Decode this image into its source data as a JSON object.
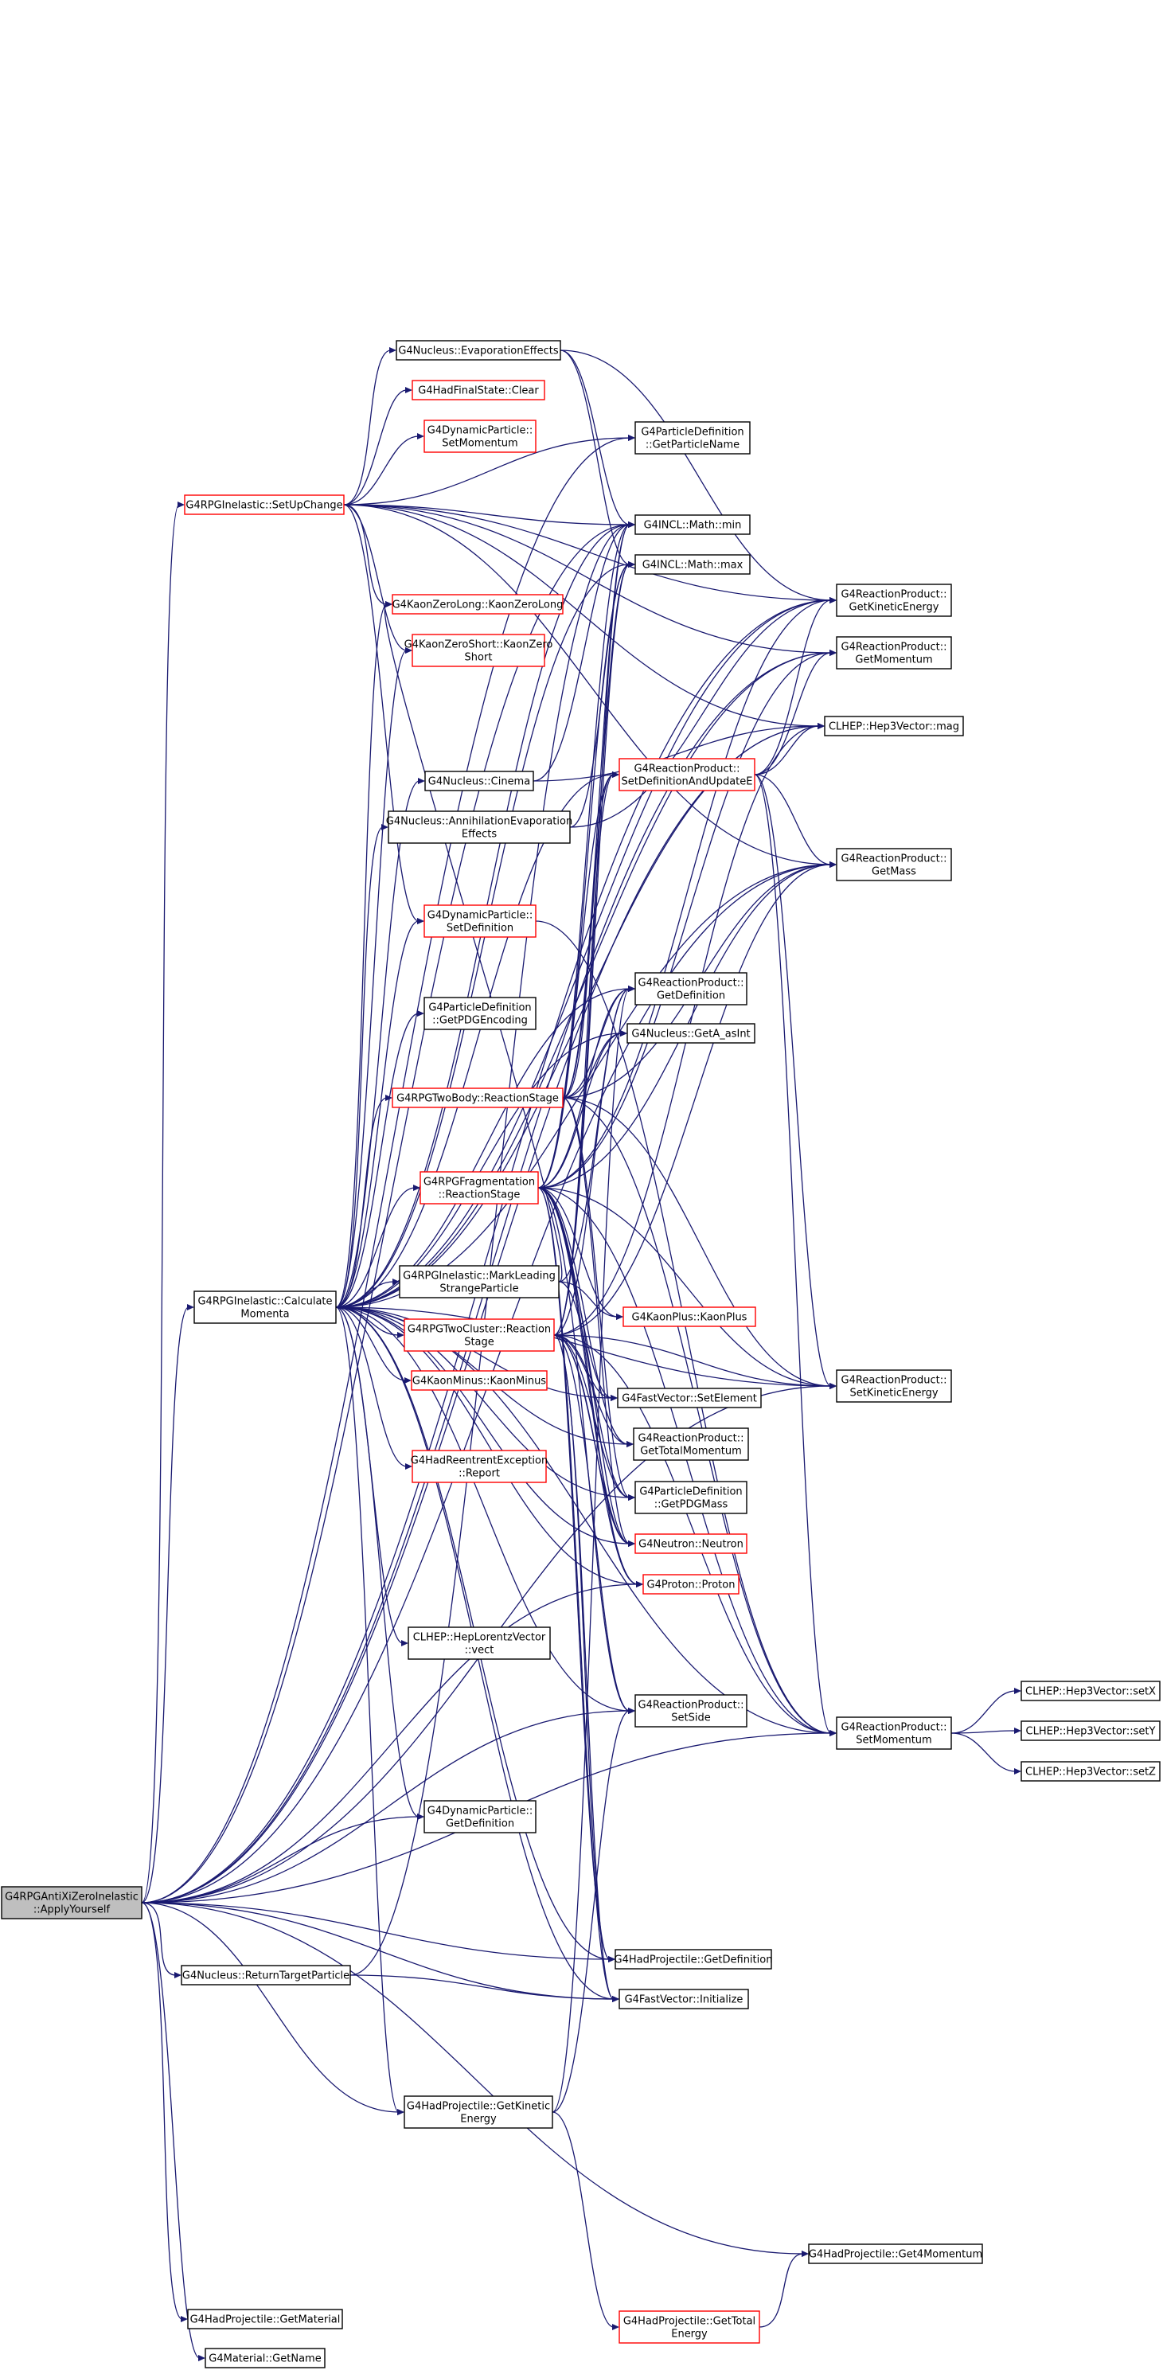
{
  "colors": {
    "edge": "#191970",
    "node_border_normal": "#000000",
    "node_border_truncated": "#ff0000",
    "node_fill_normal": "#ffffff",
    "node_fill_root": "#bfbfbf"
  },
  "nodes": [
    {
      "id": "apply",
      "lines": [
        "G4RPGAntiXiZeroInelastic",
        "::ApplyYourself"
      ],
      "style": "root"
    },
    {
      "id": "setup",
      "lines": [
        "G4RPGInelastic::SetUpChange"
      ],
      "style": "red"
    },
    {
      "id": "calc",
      "lines": [
        "G4RPGInelastic::Calculate",
        "Momenta"
      ],
      "style": "black"
    },
    {
      "id": "retTP",
      "lines": [
        "G4Nucleus::ReturnTargetParticle"
      ],
      "style": "black"
    },
    {
      "id": "hpKin",
      "lines": [
        "G4HadProjectile::GetKinetic",
        "Energy"
      ],
      "style": "black"
    },
    {
      "id": "hpMat",
      "lines": [
        "G4HadProjectile::GetMaterial"
      ],
      "style": "black"
    },
    {
      "id": "matName",
      "lines": [
        "G4Material::GetName"
      ],
      "style": "black"
    },
    {
      "id": "evap",
      "lines": [
        "G4Nucleus::EvaporationEffects"
      ],
      "style": "black"
    },
    {
      "id": "hfsClear",
      "lines": [
        "G4HadFinalState::Clear"
      ],
      "style": "red"
    },
    {
      "id": "dpSetMom",
      "lines": [
        "G4DynamicParticle::",
        "SetMomentum"
      ],
      "style": "red"
    },
    {
      "id": "kzl",
      "lines": [
        "G4KaonZeroLong::KaonZeroLong"
      ],
      "style": "red"
    },
    {
      "id": "kzs",
      "lines": [
        "G4KaonZeroShort::KaonZero",
        "Short"
      ],
      "style": "red"
    },
    {
      "id": "cinema",
      "lines": [
        "G4Nucleus::Cinema"
      ],
      "style": "black"
    },
    {
      "id": "annih",
      "lines": [
        "G4Nucleus::AnnihilationEvaporation",
        "Effects"
      ],
      "style": "black"
    },
    {
      "id": "dpSetDef",
      "lines": [
        "G4DynamicParticle::",
        "SetDefinition"
      ],
      "style": "red"
    },
    {
      "id": "pdEnc",
      "lines": [
        "G4ParticleDefinition",
        "::GetPDGEncoding"
      ],
      "style": "black"
    },
    {
      "id": "twoBody",
      "lines": [
        "G4RPGTwoBody::ReactionStage"
      ],
      "style": "red"
    },
    {
      "id": "frag",
      "lines": [
        "G4RPGFragmentation",
        "::ReactionStage"
      ],
      "style": "red"
    },
    {
      "id": "markLead",
      "lines": [
        "G4RPGInelastic::MarkLeading",
        "StrangeParticle"
      ],
      "style": "black"
    },
    {
      "id": "twoCl",
      "lines": [
        "G4RPGTwoCluster::Reaction",
        "Stage"
      ],
      "style": "red"
    },
    {
      "id": "kminus",
      "lines": [
        "G4KaonMinus::KaonMinus"
      ],
      "style": "red"
    },
    {
      "id": "reentrant",
      "lines": [
        "G4HadReentrentException",
        "::Report"
      ],
      "style": "red"
    },
    {
      "id": "lvVect",
      "lines": [
        "CLHEP::HepLorentzVector",
        "::vect"
      ],
      "style": "black"
    },
    {
      "id": "dpGetDef",
      "lines": [
        "G4DynamicParticle::",
        "GetDefinition"
      ],
      "style": "black"
    },
    {
      "id": "pdName",
      "lines": [
        "G4ParticleDefinition",
        "::GetParticleName"
      ],
      "style": "black"
    },
    {
      "id": "mathMin",
      "lines": [
        "G4INCL::Math::min"
      ],
      "style": "black"
    },
    {
      "id": "mathMax",
      "lines": [
        "G4INCL::Math::max"
      ],
      "style": "black"
    },
    {
      "id": "rpSetDefUp",
      "lines": [
        "G4ReactionProduct::",
        "SetDefinitionAndUpdateE"
      ],
      "style": "red"
    },
    {
      "id": "rpGetDef",
      "lines": [
        "G4ReactionProduct::",
        "GetDefinition"
      ],
      "style": "black"
    },
    {
      "id": "nucA",
      "lines": [
        "G4Nucleus::GetA_asInt"
      ],
      "style": "black"
    },
    {
      "id": "kplus",
      "lines": [
        "G4KaonPlus::KaonPlus"
      ],
      "style": "red"
    },
    {
      "id": "fvSetEl",
      "lines": [
        "G4FastVector::SetElement"
      ],
      "style": "black"
    },
    {
      "id": "rpTotMom",
      "lines": [
        "G4ReactionProduct::",
        "GetTotalMomentum"
      ],
      "style": "black"
    },
    {
      "id": "pdMass",
      "lines": [
        "G4ParticleDefinition",
        "::GetPDGMass"
      ],
      "style": "black"
    },
    {
      "id": "neutron",
      "lines": [
        "G4Neutron::Neutron"
      ],
      "style": "red"
    },
    {
      "id": "proton",
      "lines": [
        "G4Proton::Proton"
      ],
      "style": "red"
    },
    {
      "id": "rpSetSide",
      "lines": [
        "G4ReactionProduct::",
        "SetSide"
      ],
      "style": "black"
    },
    {
      "id": "hpGetDef",
      "lines": [
        "G4HadProjectile::GetDefinition"
      ],
      "style": "black"
    },
    {
      "id": "fvInit",
      "lines": [
        "G4FastVector::Initialize"
      ],
      "style": "black"
    },
    {
      "id": "hpGetTot",
      "lines": [
        "G4HadProjectile::GetTotal",
        "Energy"
      ],
      "style": "red"
    },
    {
      "id": "rpGetKin",
      "lines": [
        "G4ReactionProduct::",
        "GetKineticEnergy"
      ],
      "style": "black"
    },
    {
      "id": "rpGetMom",
      "lines": [
        "G4ReactionProduct::",
        "GetMomentum"
      ],
      "style": "black"
    },
    {
      "id": "h3mag",
      "lines": [
        "CLHEP::Hep3Vector::mag"
      ],
      "style": "black"
    },
    {
      "id": "rpGetMass",
      "lines": [
        "G4ReactionProduct::",
        "GetMass"
      ],
      "style": "black"
    },
    {
      "id": "rpSetKin",
      "lines": [
        "G4ReactionProduct::",
        "SetKineticEnergy"
      ],
      "style": "black"
    },
    {
      "id": "rpSetMom",
      "lines": [
        "G4ReactionProduct::",
        "SetMomentum"
      ],
      "style": "black"
    },
    {
      "id": "hp4mom",
      "lines": [
        "G4HadProjectile::Get4Momentum"
      ],
      "style": "black"
    },
    {
      "id": "setX",
      "lines": [
        "CLHEP::Hep3Vector::setX"
      ],
      "style": "black"
    },
    {
      "id": "setY",
      "lines": [
        "CLHEP::Hep3Vector::setY"
      ],
      "style": "black"
    },
    {
      "id": "setZ",
      "lines": [
        "CLHEP::Hep3Vector::setZ"
      ],
      "style": "black"
    }
  ],
  "edges": [
    [
      "apply",
      "setup"
    ],
    [
      "apply",
      "calc"
    ],
    [
      "apply",
      "retTP"
    ],
    [
      "apply",
      "hpKin"
    ],
    [
      "apply",
      "hpMat"
    ],
    [
      "apply",
      "matName"
    ],
    [
      "apply",
      "dpGetDef"
    ],
    [
      "apply",
      "hpGetDef"
    ],
    [
      "apply",
      "fvInit"
    ],
    [
      "apply",
      "rpSetMom"
    ],
    [
      "apply",
      "rpSetKin"
    ],
    [
      "apply",
      "rpGetKin"
    ],
    [
      "apply",
      "rpGetMom"
    ],
    [
      "apply",
      "rpGetMass"
    ],
    [
      "apply",
      "h3mag"
    ],
    [
      "apply",
      "pdName"
    ],
    [
      "apply",
      "mathMin"
    ],
    [
      "apply",
      "rpSetSide"
    ],
    [
      "apply",
      "proton"
    ],
    [
      "apply",
      "hp4mom"
    ],
    [
      "setup",
      "evap"
    ],
    [
      "setup",
      "hfsClear"
    ],
    [
      "setup",
      "dpSetMom"
    ],
    [
      "setup",
      "kzl"
    ],
    [
      "setup",
      "kzs"
    ],
    [
      "setup",
      "dpSetDef"
    ],
    [
      "setup",
      "pdName"
    ],
    [
      "setup",
      "mathMin"
    ],
    [
      "setup",
      "rpGetKin"
    ],
    [
      "setup",
      "rpGetMom"
    ],
    [
      "setup",
      "h3mag"
    ],
    [
      "setup",
      "rpGetMass"
    ],
    [
      "calc",
      "kzl"
    ],
    [
      "calc",
      "kzs"
    ],
    [
      "calc",
      "cinema"
    ],
    [
      "calc",
      "annih"
    ],
    [
      "calc",
      "dpSetDef"
    ],
    [
      "calc",
      "pdEnc"
    ],
    [
      "calc",
      "twoBody"
    ],
    [
      "calc",
      "frag"
    ],
    [
      "calc",
      "markLead"
    ],
    [
      "calc",
      "twoCl"
    ],
    [
      "calc",
      "kminus"
    ],
    [
      "calc",
      "reentrant"
    ],
    [
      "calc",
      "lvVect"
    ],
    [
      "calc",
      "dpGetDef"
    ],
    [
      "calc",
      "hpGetDef"
    ],
    [
      "calc",
      "hpKin"
    ],
    [
      "calc",
      "rpGetDef"
    ],
    [
      "calc",
      "nucA"
    ],
    [
      "calc",
      "mathMin"
    ],
    [
      "calc",
      "mathMax"
    ],
    [
      "calc",
      "rpSetDefUp"
    ],
    [
      "calc",
      "fvSetEl"
    ],
    [
      "calc",
      "rpTotMom"
    ],
    [
      "calc",
      "pdMass"
    ],
    [
      "calc",
      "neutron"
    ],
    [
      "calc",
      "proton"
    ],
    [
      "calc",
      "rpSetSide"
    ],
    [
      "calc",
      "fvInit"
    ],
    [
      "calc",
      "rpSetMom"
    ],
    [
      "calc",
      "rpSetKin"
    ],
    [
      "calc",
      "rpGetMass"
    ],
    [
      "calc",
      "rpGetKin"
    ],
    [
      "calc",
      "rpGetMom"
    ],
    [
      "calc",
      "h3mag"
    ],
    [
      "retTP",
      "mathMin"
    ],
    [
      "retTP",
      "fvInit"
    ],
    [
      "hpKin",
      "hpGetTot"
    ],
    [
      "hpKin",
      "rpSetSide"
    ],
    [
      "hpKin",
      "rpGetDef"
    ],
    [
      "hpGetTot",
      "hp4mom"
    ],
    [
      "evap",
      "mathMin"
    ],
    [
      "evap",
      "mathMax"
    ],
    [
      "evap",
      "rpGetKin"
    ],
    [
      "cinema",
      "mathMin"
    ],
    [
      "cinema",
      "h3mag"
    ],
    [
      "annih",
      "mathMax"
    ],
    [
      "annih",
      "rpGetKin"
    ],
    [
      "dpSetDef",
      "rpSetMom"
    ],
    [
      "twoBody",
      "rpSetDefUp"
    ],
    [
      "twoBody",
      "rpGetDef"
    ],
    [
      "twoBody",
      "nucA"
    ],
    [
      "twoBody",
      "mathMin"
    ],
    [
      "twoBody",
      "mathMax"
    ],
    [
      "twoBody",
      "rpGetMass"
    ],
    [
      "twoBody",
      "rpSetKin"
    ],
    [
      "twoBody",
      "rpSetMom"
    ],
    [
      "twoBody",
      "pdMass"
    ],
    [
      "twoBody",
      "neutron"
    ],
    [
      "frag",
      "rpSetDefUp"
    ],
    [
      "frag",
      "rpGetDef"
    ],
    [
      "frag",
      "nucA"
    ],
    [
      "frag",
      "mathMin"
    ],
    [
      "frag",
      "mathMax"
    ],
    [
      "frag",
      "rpGetMass"
    ],
    [
      "frag",
      "rpSetKin"
    ],
    [
      "frag",
      "rpSetMom"
    ],
    [
      "frag",
      "fvSetEl"
    ],
    [
      "frag",
      "rpTotMom"
    ],
    [
      "frag",
      "pdMass"
    ],
    [
      "frag",
      "neutron"
    ],
    [
      "frag",
      "proton"
    ],
    [
      "frag",
      "rpSetSide"
    ],
    [
      "frag",
      "hpGetDef"
    ],
    [
      "frag",
      "fvInit"
    ],
    [
      "frag",
      "kplus"
    ],
    [
      "frag",
      "rpGetKin"
    ],
    [
      "frag",
      "rpGetMom"
    ],
    [
      "markLead",
      "kplus"
    ],
    [
      "markLead",
      "kzl"
    ],
    [
      "markLead",
      "rpGetDef"
    ],
    [
      "markLead",
      "neutron"
    ],
    [
      "twoCl",
      "rpSetDefUp"
    ],
    [
      "twoCl",
      "rpGetDef"
    ],
    [
      "twoCl",
      "fvSetEl"
    ],
    [
      "twoCl",
      "rpTotMom"
    ],
    [
      "twoCl",
      "pdMass"
    ],
    [
      "twoCl",
      "neutron"
    ],
    [
      "twoCl",
      "proton"
    ],
    [
      "twoCl",
      "rpSetSide"
    ],
    [
      "twoCl",
      "rpSetKin"
    ],
    [
      "twoCl",
      "rpSetMom"
    ],
    [
      "twoCl",
      "rpGetMass"
    ],
    [
      "twoCl",
      "h3mag"
    ],
    [
      "twoCl",
      "mathMin"
    ],
    [
      "twoCl",
      "mathMax"
    ],
    [
      "twoCl",
      "fvInit"
    ],
    [
      "twoCl",
      "hpGetDef"
    ],
    [
      "rpSetDefUp",
      "rpGetKin"
    ],
    [
      "rpSetDefUp",
      "rpGetMom"
    ],
    [
      "rpSetDefUp",
      "h3mag"
    ],
    [
      "rpSetDefUp",
      "rpGetMass"
    ],
    [
      "rpSetDefUp",
      "rpSetKin"
    ],
    [
      "rpSetDefUp",
      "rpSetMom"
    ],
    [
      "rpSetMom",
      "setX"
    ],
    [
      "rpSetMom",
      "setY"
    ],
    [
      "rpSetMom",
      "setZ"
    ]
  ]
}
